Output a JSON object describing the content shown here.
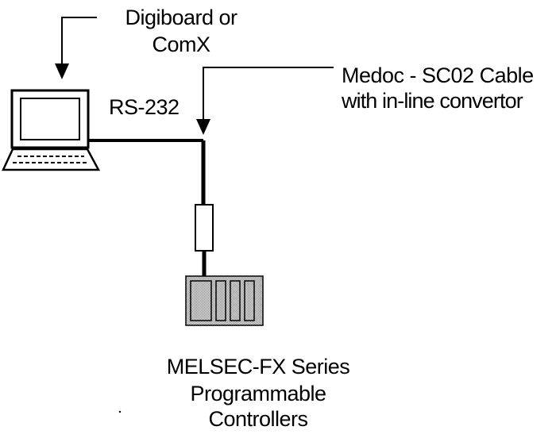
{
  "diagram": {
    "labels": {
      "comm_board_line1": "Digiboard or",
      "comm_board_line2": "ComX",
      "cable_line1": "Medoc - SC02 Cable",
      "cable_line2": "with in-line convertor",
      "rs232": "RS-232",
      "plc_line1": "MELSEC-FX Series",
      "plc_line2": "Programmable",
      "plc_line3": "Controllers"
    },
    "nodes": [
      {
        "id": "computer",
        "kind": "laptop-icon"
      },
      {
        "id": "converter",
        "kind": "in-line-convertor"
      },
      {
        "id": "plc",
        "kind": "plc-rack"
      }
    ],
    "edges": [
      {
        "from": "computer",
        "to": "plc",
        "label_key": "rs232"
      }
    ]
  }
}
